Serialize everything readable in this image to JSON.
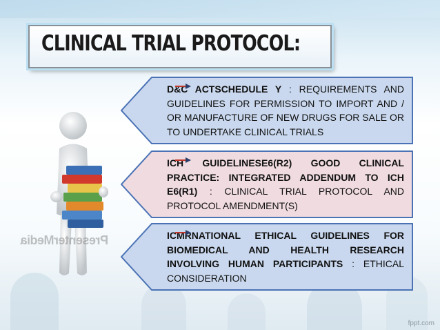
{
  "title": "CLINICAL TRIAL PROTOCOL:",
  "boxes": [
    {
      "lead": "D&C ACT",
      "target": "SCHEDULE  Y",
      "rest": ": REQUIREMENTS AND GUIDELINES FOR PERMISSION TO IMPORT AND / OR MANUFACTURE OF NEW DRUGS FOR SALE OR TO UNDERTAKE CLINICAL TRIALS",
      "fill": "#c9d8ee"
    },
    {
      "lead": "ICH GUIDELINES",
      "target": "E6(R2) GOOD CLINICAL PRACTICE: INTEGRATED ADDENDUM TO ICH E6(R1)",
      "rest": ": CLINICAL TRIAL PROTOCOL AND PROTOCOL AMENDMENT(S)",
      "fill": "#efdbe0"
    },
    {
      "lead": "ICMR",
      "target": "NATIONAL ETHICAL GUIDELINES FOR BIOMEDICAL AND HEALTH RESEARCH INVOLVING HUMAN PARTICIPANTS",
      "rest": ": ETHICAL CONSIDERATION",
      "fill": "#c9d8ee"
    }
  ],
  "watermark": "PresenterMedia",
  "footer": "fppt.com",
  "colors": {
    "border": "#4a72b5",
    "arrow": "#c0392b",
    "title_glow": "#bcdff1"
  }
}
